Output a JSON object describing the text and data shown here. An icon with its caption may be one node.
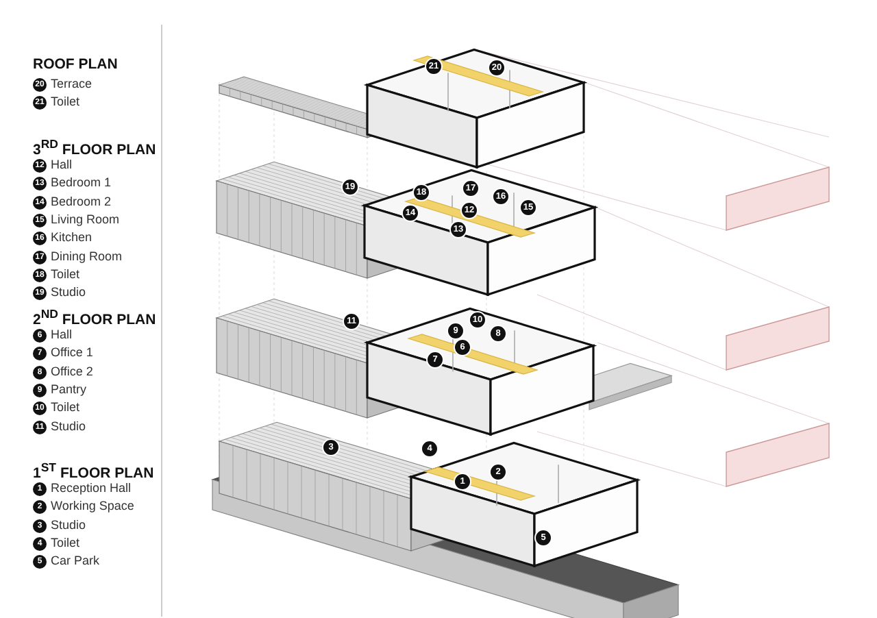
{
  "diagram": {
    "labels": [
      "ROOF PLAN",
      "20",
      "Terrace",
      "21",
      "Toilet",
      "3$^{RD}$  FLOOR PLAN",
      "12",
      "Hall",
      "13",
      "Bedroom 1",
      "14",
      "Bedroom 2",
      "15",
      "Living Room",
      "16",
      "Kitchen",
      "17",
      "Dining Room",
      "18",
      "Toilet",
      "19",
      "Studio",
      "2$^{ND}$  FLOOR PLAN",
      "6",
      "Hall",
      "7",
      "Office 1",
      "8",
      "Office 2",
      "9",
      "Pantry",
      "10",
      "Toilet",
      "11",
      "Studio",
      "1$^{ST}$ FLOOR PLAN",
      "1",
      "Reception Hall",
      "2",
      "Working Space",
      "3",
      "Studio",
      "4",
      "Toilet",
      "5",
      "Car Park",
      "21",
      "20",
      "19",
      "18",
      "17",
      "16",
      "14",
      "12",
      "15",
      "13",
      "11",
      "10",
      "9",
      "8",
      "6",
      "7",
      "3",
      "4",
      "1",
      "2",
      "5"
    ]
  }
}
